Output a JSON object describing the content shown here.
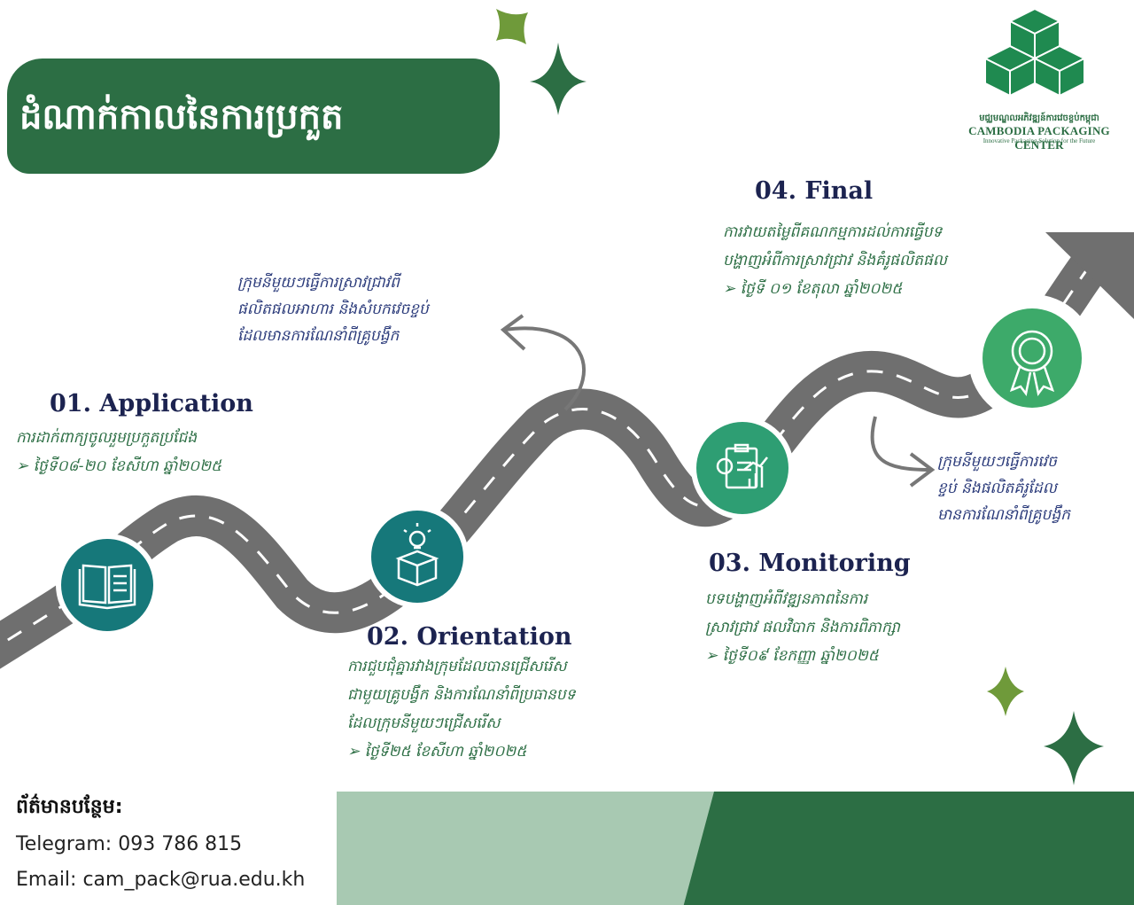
{
  "header": {
    "title": "ដំណាក់កាលនៃការប្រកួត"
  },
  "logo": {
    "khmer_name": "មជ្ឈមណ្ឌលអភិវឌ្ឍន៍ការវេចខ្ចប់កម្ពុជា",
    "name": "CAMBODIA PACKAGING CENTER",
    "tagline": "Innovative Packaging Solution for the Future"
  },
  "steps": [
    {
      "title": "01. Application",
      "lines": [
        "ការដាក់ពាក្យចូលរួមប្រកួតប្រជែង"
      ],
      "date": "➢  ថ្ងៃទី០៨-២០ ខែសីហា ឆ្នាំ២០២៥",
      "icon": "open-book-icon"
    },
    {
      "title": "02. Orientation",
      "lines": [
        "ការជួបជុំគ្នារវាងក្រុមដែលបានជ្រើសរើស",
        "ជាមួយគ្រូបង្វឹក និងការណែនាំពីប្រធានបទ",
        "ដែលក្រុមនីមួយៗជ្រើសរើស"
      ],
      "date": "➢  ថ្ងៃទី២៥ ខែសីហា ឆ្នាំ២០២៥",
      "icon": "lightbulb-box-icon"
    },
    {
      "title": "03. Monitoring",
      "lines": [
        "បទបង្ហាញអំពីវឌ្ឍនភាពនៃការ",
        "ស្រាវជ្រាវ ផលវិបាក និងការពិភាក្សា"
      ],
      "date": "➢  ថ្ងៃទី០៩ ខែកញ្ញា ឆ្នាំ២០២៥",
      "icon": "chart-clipboard-icon"
    },
    {
      "title": "04. Final",
      "lines": [
        "ការវាយតម្លៃពីគណកម្មការដល់ការធ្វើបទ",
        "បង្ហាញអំពីការស្រាវជ្រាវ និងគំរូផលិតផល"
      ],
      "date": "➢  ថ្ងៃទី ០១ ខែតុលា ឆ្នាំ២០២៥",
      "icon": "award-ribbon-icon"
    }
  ],
  "notes": [
    {
      "lines": [
        "ក្រុមនីមួយៗធ្វើការស្រាវជ្រាវពី",
        "ផលិតផលអាហារ និងសំបកវេចខ្ចប់",
        "ដែលមានការណែនាំពីគ្រូបង្វឹក"
      ]
    },
    {
      "lines": [
        "ក្រុមនីមួយៗធ្វើការវេច",
        "ខ្ចប់ និងផលិតគំរូដែល",
        "មានការណែនាំពីគ្រូបង្វឹក"
      ]
    }
  ],
  "footer": {
    "heading": "ព័ត៌មានបន្ថែម:",
    "telegram": "Telegram: 093 786 815",
    "email": "Email: cam_pack@rua.edu.kh"
  },
  "colors": {
    "brand_green": "#2c6e44",
    "light_green": "#a8c9b2",
    "teal": "#16787a",
    "mint": "#2e9e73",
    "road": "#757575",
    "heading_navy": "#1c2350"
  }
}
